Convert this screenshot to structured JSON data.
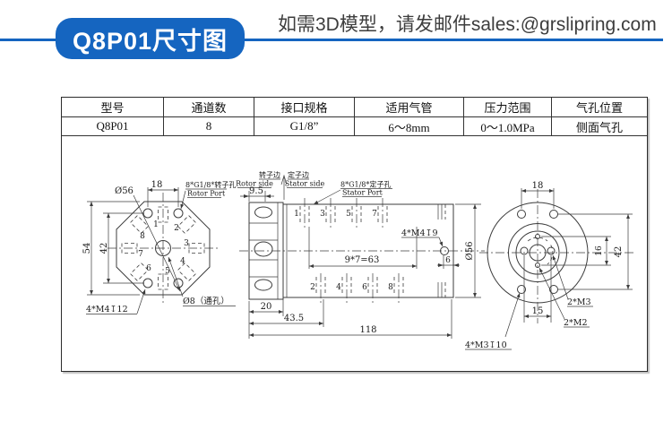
{
  "header": {
    "badge_label": "Q8P01尺寸图",
    "contact_text": "如需3D模型，请发邮件sales:@grslipring.com",
    "accent_color": "#1565c0"
  },
  "spec_table": {
    "headers": [
      "型号",
      "通道数",
      "接口规格",
      "适用气管",
      "压力范围",
      "气孔位置"
    ],
    "row": {
      "model": "Q8P01",
      "channels": "8",
      "interface": "G1/8”",
      "tube": "6～8mm",
      "pressure": "0～1.0MPa",
      "port_position": "侧面气孔"
    }
  },
  "drawing": {
    "front_view": {
      "dia_label": "Ø56",
      "dim_18": "18",
      "dim_54": "54",
      "dim_42": "42",
      "rotor_port_cn": "8*G1/8*转子孔",
      "rotor_port_en": "Rotor Port",
      "mount_label": "4*M4↧12",
      "center_hole_label": "Ø8（通孔）",
      "ports": [
        "1",
        "2",
        "3",
        "4",
        "5",
        "6",
        "7",
        "8"
      ]
    },
    "side_view": {
      "rotor_side_cn": "转子边",
      "stator_side_cn": "定子边",
      "rotor_side_en": "Rotor side",
      "stator_side_en": "Stator side",
      "dim_9_5": "9.5",
      "stator_port_cn": "8*G1/8*定子孔",
      "stator_port_en": "Stator Port",
      "thread_label": "4*M4↧9",
      "dim_pitch": "9*7=63",
      "dim_6": "6",
      "dia_label": "Ø56",
      "dim_20": "20",
      "dim_43_5": "43.5",
      "dim_118": "118",
      "top_ports": [
        "1",
        "3",
        "5",
        "7"
      ],
      "bottom_ports": [
        "2",
        "4",
        "6",
        "8"
      ]
    },
    "end_view": {
      "dim_18": "18",
      "dim_16": "16",
      "dim_42": "42",
      "dim_15": "15",
      "m3_label": "2*M3",
      "m2_label": "2*M2",
      "mount_label": "4*M3↧10"
    }
  }
}
